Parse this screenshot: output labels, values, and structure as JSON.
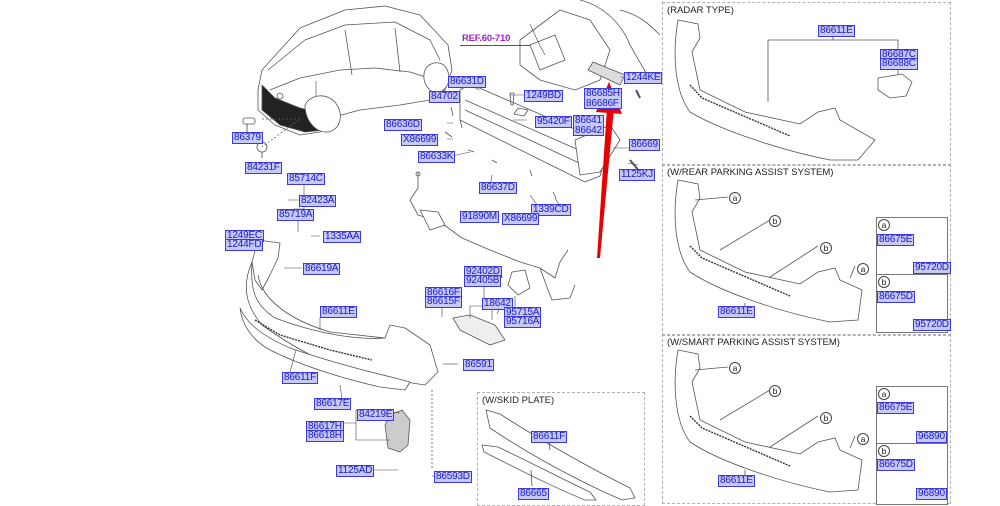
{
  "ref_label": "REF.60-710",
  "main_labels": {
    "p86379": "86379",
    "p84231F": "84231F",
    "p84702": "84702",
    "p86631D": "86631D",
    "p1249BD": "1249BD",
    "p86636D": "86636D",
    "p95420F": "95420F",
    "pX86699a": "X86699",
    "p86633K": "86633K",
    "p1244KE": "1244KE",
    "p86685": "86685H\n86686F",
    "p86641": "86641\n86642",
    "p86669": "86669",
    "p1125KJ": "1125KJ",
    "p86637D": "86637D",
    "p1339CD": "1339CD",
    "pX86699b": "X86699",
    "p91890M": "91890M",
    "p85714C": "85714C",
    "p82423A": "82423A",
    "p85719A": "85719A",
    "p1249EC": "1249EC",
    "p1244FD": "1244FD",
    "p1335AA": "1335AA",
    "p86619A": "86619A",
    "p92402D": "92402D",
    "p92405B": "92405B",
    "p86616F": "86616F",
    "p86615F": "86615F",
    "p18642": "18642",
    "p95715A": "95715A",
    "p95716A": "95716A",
    "p86611E": "86611E",
    "p86611F": "86611F",
    "p86591": "86591",
    "p86617E": "86617E",
    "p84219E": "84219E",
    "p86617H": "86617H",
    "p86618H": "86618H",
    "p1125AD": "1125AD",
    "p86593D": "86593D"
  },
  "skid_plate": {
    "title": "(W/SKID PLATE)",
    "labels": [
      "86611F",
      "86665"
    ]
  },
  "radar_type": {
    "title": "(RADAR TYPE)",
    "labels": [
      "86611E",
      "86687C",
      "86688C"
    ]
  },
  "rear_parking": {
    "title": "(W/REAR PARKING ASSIST SYSTEM)",
    "bumper_label": "86611E",
    "markers": [
      "a",
      "b",
      "b",
      "a"
    ],
    "inset": [
      {
        "marker": "a",
        "bracket": "86675E",
        "sensor": "95720D"
      },
      {
        "marker": "b",
        "bracket": "86675D",
        "sensor": "95720D"
      }
    ]
  },
  "smart_parking": {
    "title": "(W/SMART PARKING ASSIST SYSTEM)",
    "bumper_label": "86611E",
    "markers": [
      "a",
      "b",
      "b",
      "a"
    ],
    "inset": [
      {
        "marker": "a",
        "bracket": "86675E",
        "sensor": "96890"
      },
      {
        "marker": "b",
        "bracket": "86675D",
        "sensor": "96890"
      }
    ]
  },
  "colors": {
    "label_text": "#1a1acc",
    "label_bg": "#c6c8f6",
    "label_border": "#3a3ae0",
    "ref_text": "#9a22c8",
    "annotation_arrow": "#e60000",
    "line_art": "#555555"
  }
}
